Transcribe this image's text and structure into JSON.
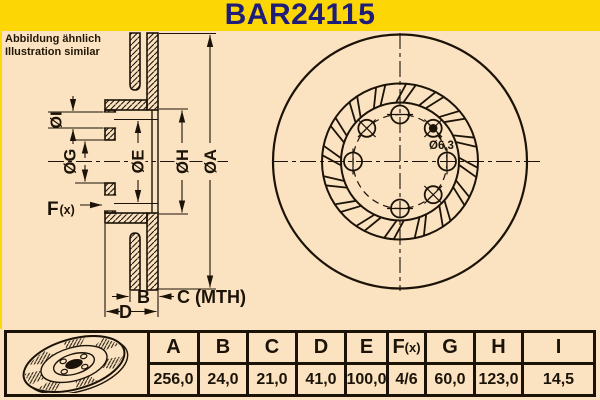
{
  "title": "BAR24115",
  "note": {
    "line1": "Abbildung ähnlich",
    "line2": "Illustration similar"
  },
  "drawing": {
    "dim_labels": {
      "i": "ØI",
      "g": "ØG",
      "e": "ØE",
      "h": "ØH",
      "a": "ØA",
      "f": "F",
      "f_suffix": "(x)",
      "b": "B",
      "c": "C (MTH)",
      "d": "D"
    },
    "pin_hole_label": "Ø6,3"
  },
  "table": {
    "columns": [
      {
        "header": "A",
        "value": "256,0"
      },
      {
        "header": "B",
        "value": "24,0"
      },
      {
        "header": "C",
        "value": "21,0"
      },
      {
        "header": "D",
        "value": "41,0"
      },
      {
        "header": "E",
        "value": "100,0"
      },
      {
        "header": "F",
        "header_suffix": "(x)",
        "value": "4/6"
      },
      {
        "header": "G",
        "value": "60,0"
      },
      {
        "header": "H",
        "value": "123,0"
      },
      {
        "header": "I",
        "value": "14,5"
      }
    ]
  },
  "colors": {
    "accent_yellow": "#fdd605",
    "background_cream": "#fbe3c1",
    "line_dark": "#1c1308",
    "title_navy": "#1e1e78"
  }
}
